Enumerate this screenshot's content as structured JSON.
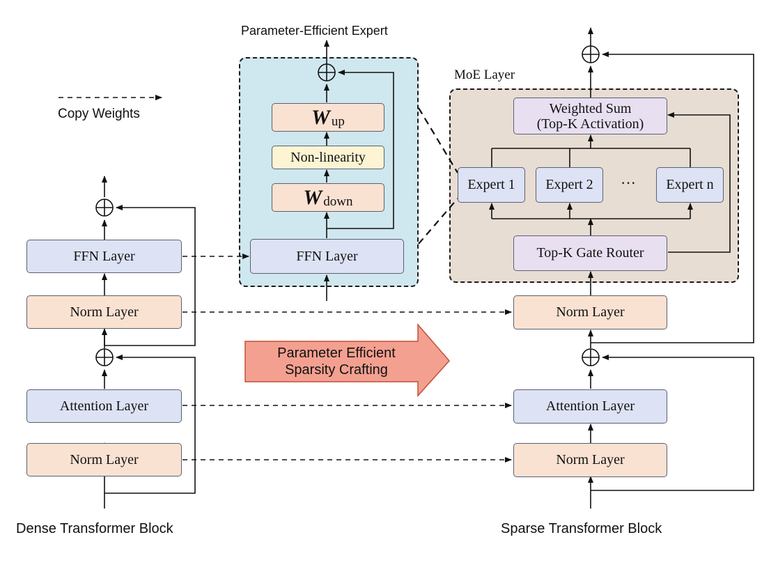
{
  "labels": {
    "pe_expert_title": "Parameter-Efficient Expert",
    "moe_layer_title": "MoE Layer",
    "copy_weights": "Copy Weights",
    "dense_block": "Dense Transformer Block",
    "sparse_block": "Sparse Transformer Block"
  },
  "dense": {
    "ffn": "FFN Layer",
    "norm2": "Norm Layer",
    "attention": "Attention Layer",
    "norm1": "Norm Layer"
  },
  "expert": {
    "w_symbol": "W",
    "w_up_sub": "up",
    "nonlinearity": "Non-linearity",
    "w_down_sub": "down",
    "ffn": "FFN Layer"
  },
  "moe": {
    "weighted_sum_line1": "Weighted Sum",
    "weighted_sum_line2": "(Top-K Activation)",
    "expert1": "Expert 1",
    "expert2": "Expert 2",
    "ellipsis": "···",
    "expertn": "Expert n",
    "router": "Top-K Gate Router"
  },
  "sparse": {
    "norm2": "Norm Layer",
    "attention": "Attention Layer",
    "norm1": "Norm Layer"
  },
  "big_arrow": {
    "line1": "Parameter Efficient",
    "line2": "Sparsity Crafting"
  },
  "colors": {
    "blue_box": "#dde2f4",
    "peach_box": "#fae2d2",
    "yellow_box": "#fcf4d2",
    "lavender_box": "#e8e0f1",
    "expert_bg": "#cfe7ee",
    "moe_bg": "#e8ddd3",
    "big_arrow": "#f4a090"
  }
}
